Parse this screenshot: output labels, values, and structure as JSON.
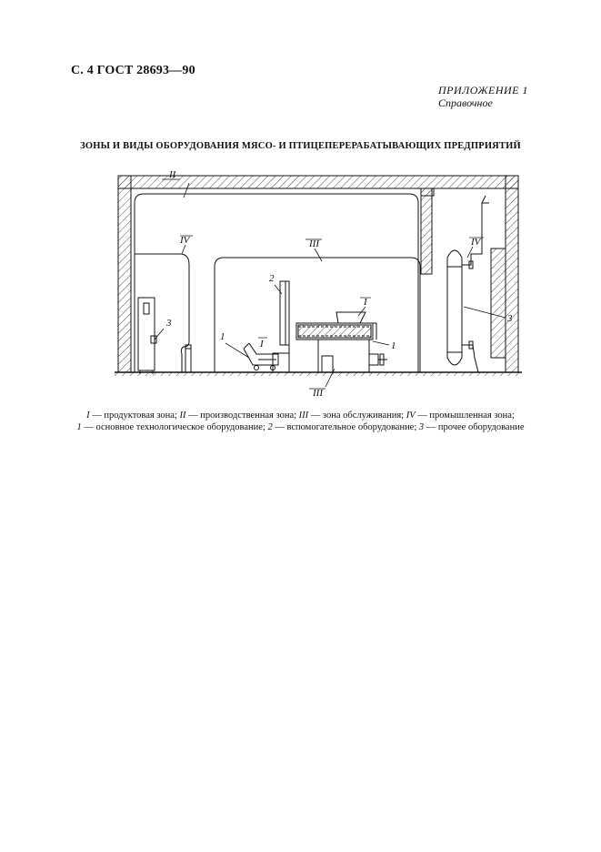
{
  "page_header": "С. 4 ГОСТ 28693—90",
  "appendix": {
    "title": "ПРИЛОЖЕНИЕ 1",
    "subtitle": "Справочное"
  },
  "doc_title": "ЗОНЫ И ВИДЫ ОБОРУДОВАНИЯ МЯСО- И ПТИЦЕПЕРЕРАБАТЫВАЮЩИХ ПРЕДПРИЯТИЙ",
  "figure_labels": {
    "zone_II": "II",
    "zone_III": "III",
    "zone_IV_left": "IV",
    "zone_IV_right": "IV",
    "zone_I_machine": "I",
    "zone_I_cart": "I",
    "zone_III_bottom": "III",
    "equip_1_cart": "1",
    "equip_1_machine": "1",
    "equip_2": "2",
    "equip_3_left": "3",
    "equip_3_right": "3"
  },
  "caption": {
    "line1": [
      {
        "num": "I",
        "text": " — продуктовая зона; "
      },
      {
        "num": "II",
        "text": " — производственная зона; "
      },
      {
        "num": "III",
        "text": " — зона обслуживания; "
      },
      {
        "num": "IV",
        "text": " — промышленная зона;"
      }
    ],
    "line2": [
      {
        "num": "1",
        "text": " — основное технологическое оборудование; "
      },
      {
        "num": "2",
        "text": " — вспомогательное оборудование; "
      },
      {
        "num": "3",
        "text": " — прочее оборудование"
      }
    ]
  }
}
